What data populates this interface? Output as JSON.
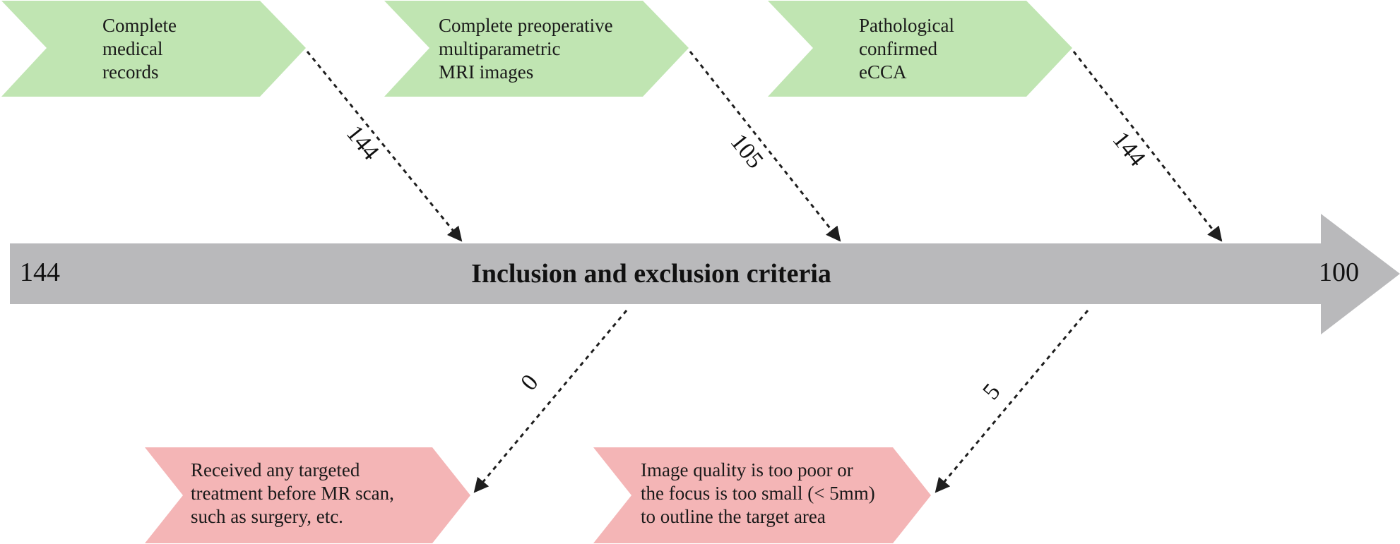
{
  "colors": {
    "inclusion_fill": "#c0e5b2",
    "exclusion_fill": "#f4b5b6",
    "main_arrow_fill": "#b9b9bb",
    "line": "#1e1e1e"
  },
  "main_axis": {
    "label": "Inclusion and exclusion criteria",
    "start_count": "144",
    "end_count": "100"
  },
  "inclusion": [
    {
      "lines": [
        "Complete",
        "medical",
        "records"
      ],
      "count": "144"
    },
    {
      "lines": [
        "Complete preoperative",
        "multiparametric",
        "MRI images"
      ],
      "count": "105"
    },
    {
      "lines": [
        "Pathological",
        "confirmed",
        "eCCA"
      ],
      "count": "144"
    }
  ],
  "exclusion": [
    {
      "lines": [
        "Received any targeted",
        "treatment before MR scan,",
        "such as surgery, etc."
      ],
      "count": "0"
    },
    {
      "lines": [
        "Image quality is too poor or",
        "the focus is too small (< 5mm)",
        "to outline the target area"
      ],
      "count": "5"
    }
  ]
}
